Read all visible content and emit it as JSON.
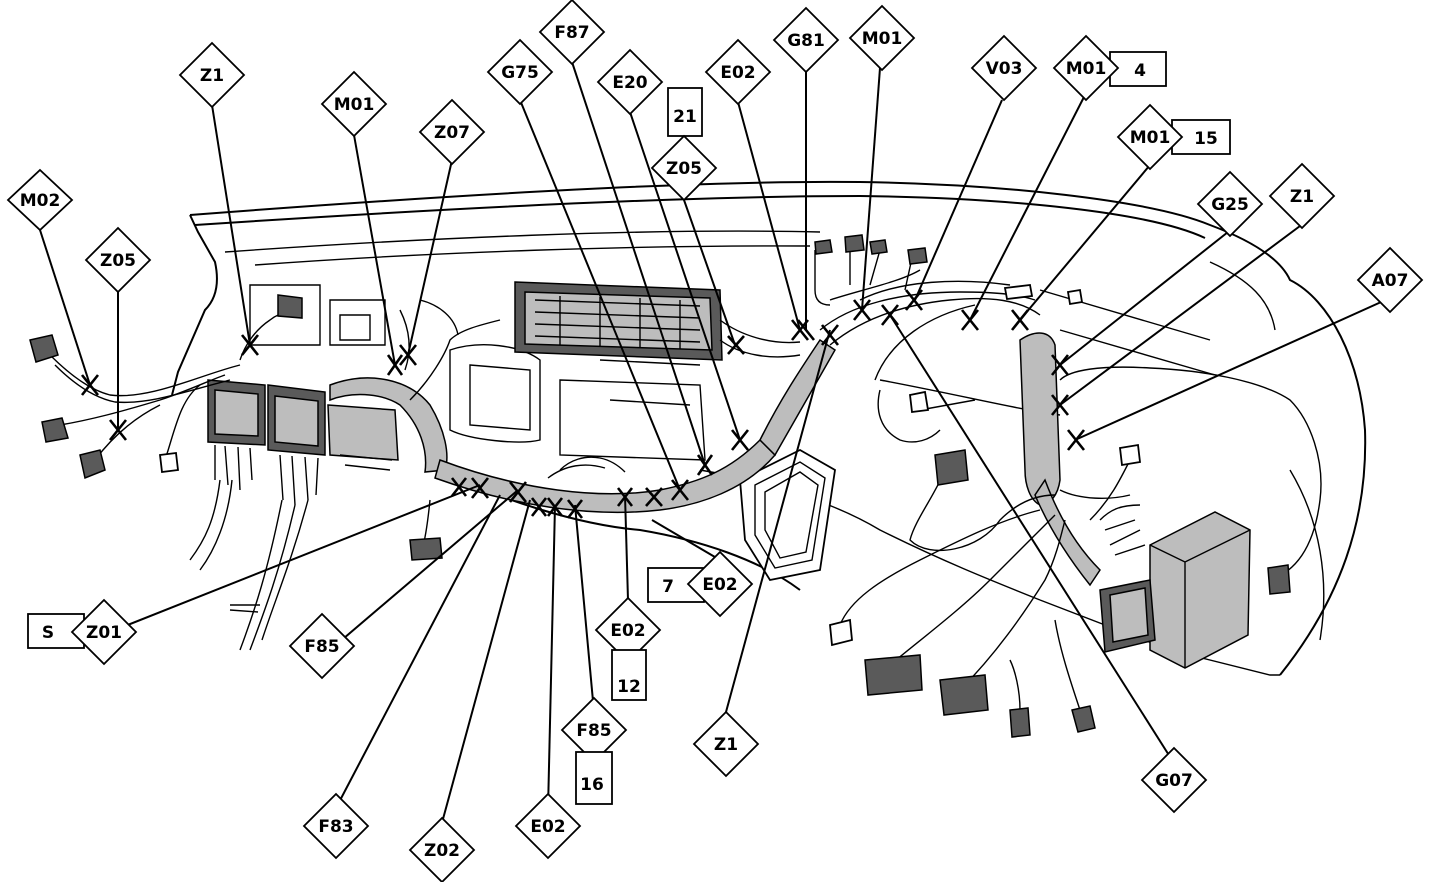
{
  "tags": [
    {
      "id": "m02-left",
      "code": "M02",
      "box": ""
    },
    {
      "id": "z05-left",
      "code": "Z05",
      "box": ""
    },
    {
      "id": "z1-top-left",
      "code": "Z1",
      "box": ""
    },
    {
      "id": "m01-left",
      "code": "M01",
      "box": ""
    },
    {
      "id": "z07",
      "code": "Z07",
      "box": ""
    },
    {
      "id": "g75",
      "code": "G75",
      "box": ""
    },
    {
      "id": "f87",
      "code": "F87",
      "box": ""
    },
    {
      "id": "e20",
      "code": "E20",
      "box": ""
    },
    {
      "id": "z05-center",
      "code": "Z05",
      "box": "21"
    },
    {
      "id": "e02-top",
      "code": "E02",
      "box": ""
    },
    {
      "id": "g81",
      "code": "G81",
      "box": ""
    },
    {
      "id": "m01-top",
      "code": "M01",
      "box": ""
    },
    {
      "id": "v03",
      "code": "V03",
      "box": ""
    },
    {
      "id": "m01-4",
      "code": "M01",
      "box": "4"
    },
    {
      "id": "m01-15",
      "code": "M01",
      "box": "15"
    },
    {
      "id": "g25",
      "code": "G25",
      "box": ""
    },
    {
      "id": "z1-right",
      "code": "Z1",
      "box": ""
    },
    {
      "id": "a07",
      "code": "A07",
      "box": ""
    },
    {
      "id": "z01",
      "code": "Z01",
      "box": "S"
    },
    {
      "id": "f85-left",
      "code": "F85",
      "box": ""
    },
    {
      "id": "e02-7",
      "code": "E02",
      "box": "7"
    },
    {
      "id": "e02-12",
      "code": "E02",
      "box": "12"
    },
    {
      "id": "f85-16",
      "code": "F85",
      "box": "16"
    },
    {
      "id": "z1-bottom",
      "code": "Z1",
      "box": ""
    },
    {
      "id": "g07",
      "code": "G07",
      "box": ""
    },
    {
      "id": "f83",
      "code": "F83",
      "box": ""
    },
    {
      "id": "z02",
      "code": "Z02",
      "box": ""
    },
    {
      "id": "e02-bottom",
      "code": "E02",
      "box": ""
    }
  ]
}
